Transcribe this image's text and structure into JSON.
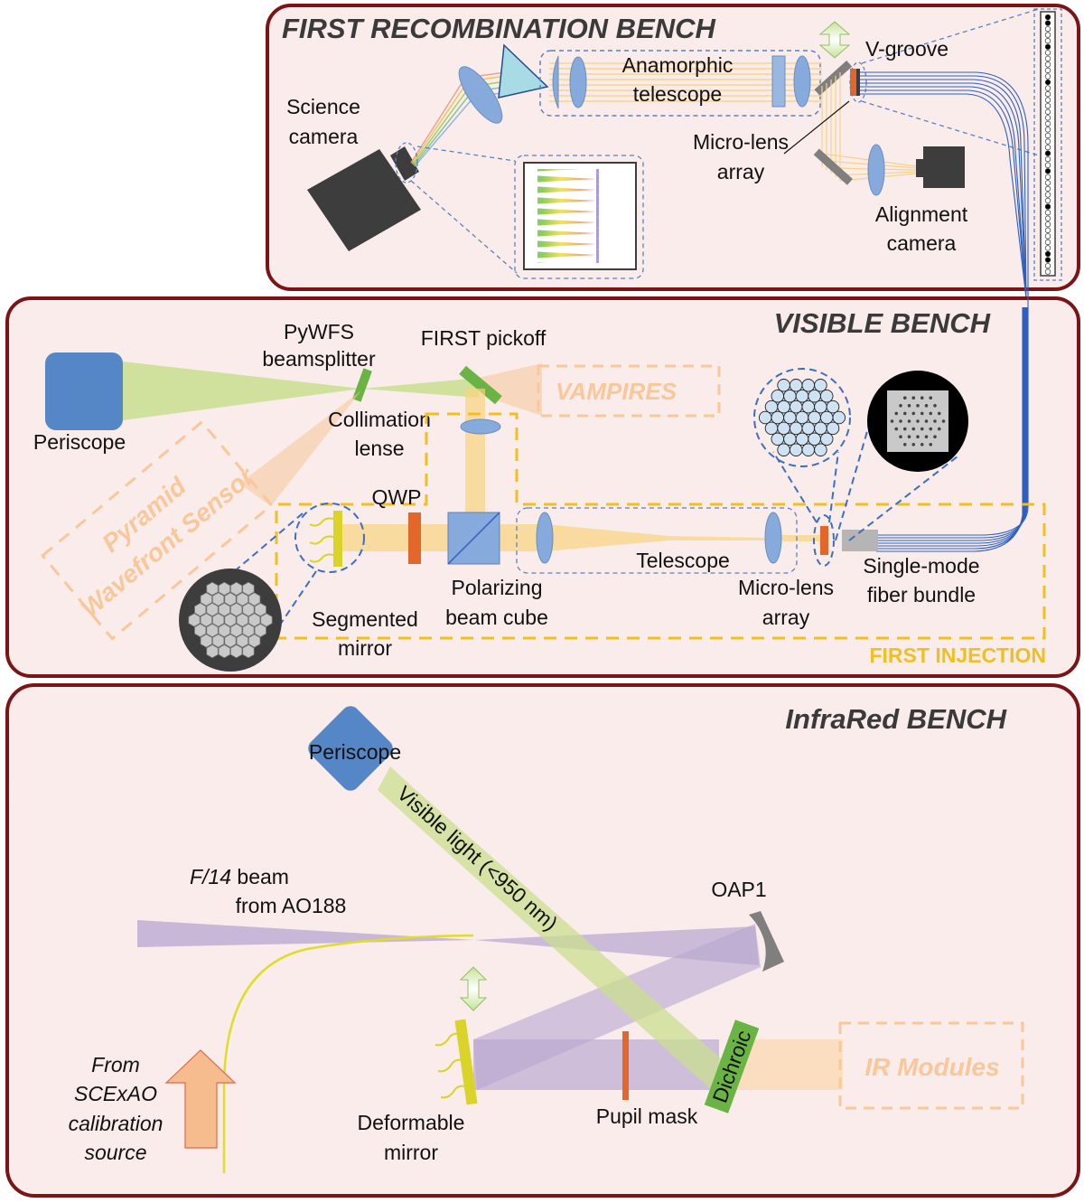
{
  "colors": {
    "bench_border": "#7b1416",
    "bench_fill": "#f9ecea",
    "lens": "#86aadb",
    "periscope": "#5587c6",
    "green_optic": "#6ab446",
    "orange_plate": "#e2672a",
    "yellow_dm": "#d9d32a",
    "visible_beam": "#c9df8f",
    "ir_beam": "#b8a6d0",
    "injection_box": "#f0c020",
    "ghost_box": "#f8c79a",
    "fiber": "#2f5fbf",
    "camera": "#3d3d3d",
    "mirror_gray": "#7f7f7f"
  },
  "benches": {
    "recombination": {
      "title": "FIRST RECOMBINATION BENCH",
      "labels": {
        "science_camera_1": "Science",
        "science_camera_2": "camera",
        "anamorphic_1": "Anamorphic",
        "anamorphic_2": "telescope",
        "vgroove": "V-groove",
        "microlens_1": "Micro-lens",
        "microlens_2": "array",
        "alignment_1": "Alignment",
        "alignment_2": "camera"
      }
    },
    "visible": {
      "title": "VISIBLE BENCH",
      "labels": {
        "periscope": "Periscope",
        "pywfs_1": "PyWFS",
        "pywfs_2": "beamsplitter",
        "pickoff": "FIRST pickoff",
        "vampires": "VAMPIRES",
        "collimation_1": "Collimation",
        "collimation_2": "lense",
        "pyramid_1": "Pyramid",
        "pyramid_2": "Wavefront Sensor",
        "qwp": "QWP",
        "polarizing_1": "Polarizing",
        "polarizing_2": "beam cube",
        "segmented_1": "Segmented",
        "segmented_2": "mirror",
        "telescope": "Telescope",
        "microlens_1": "Micro-lens",
        "microlens_2": "array",
        "smf_1": "Single-mode",
        "smf_2": "fiber bundle",
        "injection": "FIRST INJECTION"
      }
    },
    "infrared": {
      "title": "InfraRed BENCH",
      "labels": {
        "periscope": "Periscope",
        "visible_light": "Visible light (<950 nm)",
        "f14_italic": "F/14",
        "f14_rest": " beam",
        "f14_2": "from AO188",
        "oap1": "OAP1",
        "from_1": "From",
        "from_2": "SCExAO",
        "from_3": "calibration",
        "from_4": "source",
        "dm_1": "Deformable",
        "dm_2": "mirror",
        "pupil_mask": "Pupil mask",
        "dichroic": "Dichroic",
        "ir_modules": "IR Modules"
      }
    }
  }
}
